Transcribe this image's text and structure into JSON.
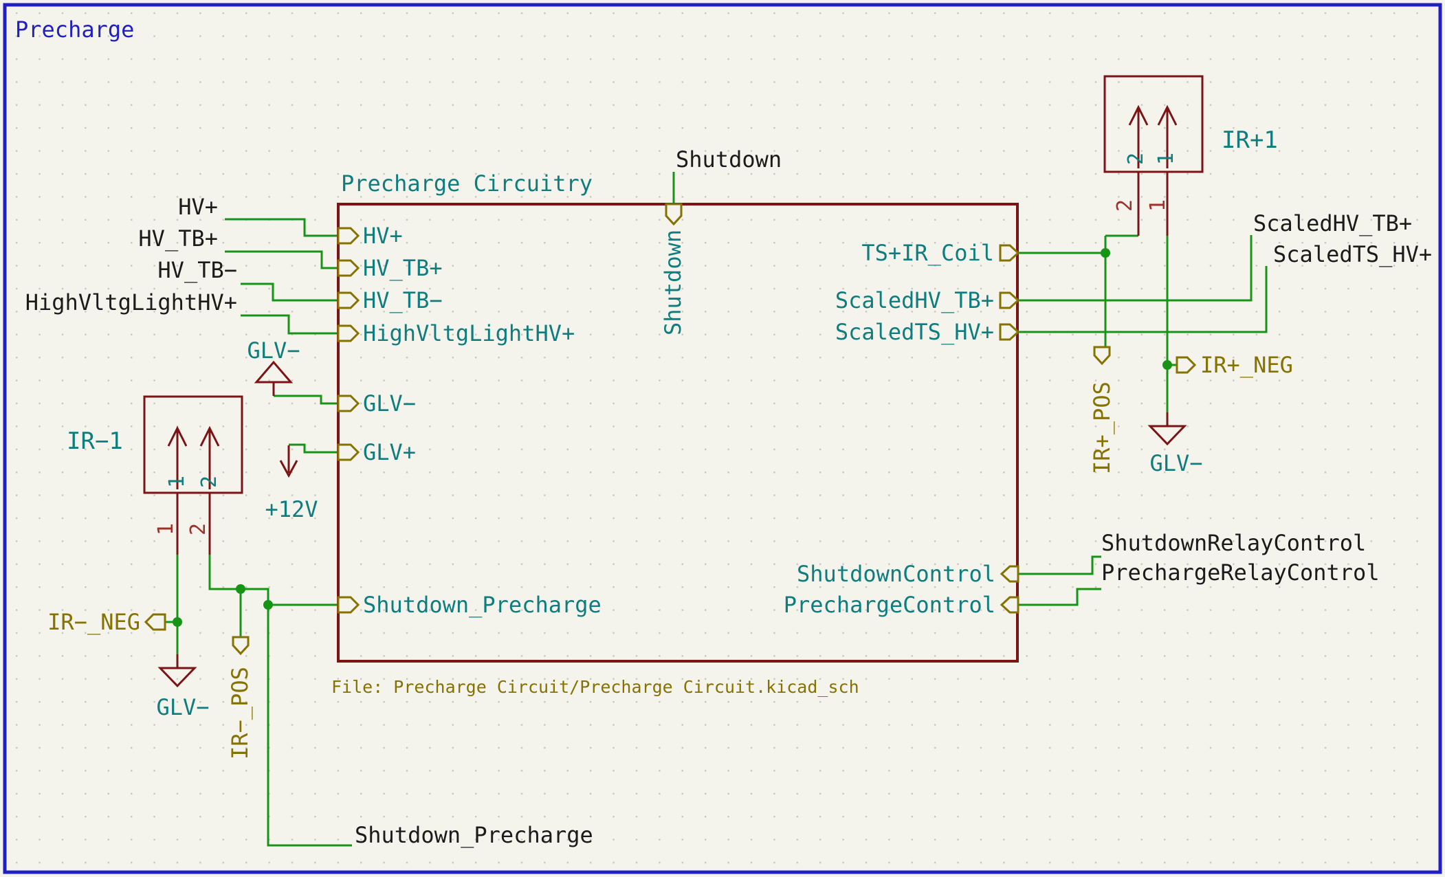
{
  "title": "Precharge",
  "colors": {
    "background": "#f4f3ec",
    "frame_blue": "#2020c4",
    "wire_green": "#169416",
    "symbol_maroon": "#7c1416",
    "pin_gold": "#857200",
    "label_teal": "#0f7d7e",
    "net_black": "#1b1b1b"
  },
  "sheet": {
    "name": "Precharge Circuitry",
    "file": "File: Precharge Circuit/Precharge Circuit.kicad_sch",
    "pins": {
      "hv": "HV+",
      "hv_tb_p": "HV_TB+",
      "hv_tb_m": "HV_TB−",
      "hvlight": "HighVltgLightHV+",
      "glv_m": "GLV−",
      "glv_p": "GLV+",
      "shutdown_precharge": "Shutdown_Precharge",
      "shutdown": "Shutdown",
      "ts_ir_coil": "TS+IR_Coil",
      "scaled_hv_tb": "ScaledHV_TB+",
      "scaled_ts_hv": "ScaledTS_HV+",
      "shutdown_control": "ShutdownControl",
      "precharge_control": "PrechargeControl"
    }
  },
  "nets": {
    "hv": "HV+",
    "hv_tb_p": "HV_TB+",
    "hv_tb_m": "HV_TB−",
    "hvlight": "HighVltgLightHV+",
    "shutdown": "Shutdown",
    "scaled_hv_tb": "ScaledHV_TB+",
    "scaled_ts_hv": "ScaledTS_HV+",
    "shutdown_relay": "ShutdownRelayControl",
    "precharge_relay": "PrechargeRelayControl",
    "shutdown_precharge": "Shutdown_Precharge"
  },
  "power": {
    "glv_minus": "GLV−",
    "p12v": "+12V"
  },
  "hier": {
    "ir_m_neg": "IR−_NEG",
    "ir_m_pos": "IR−_POS",
    "ir_p_neg": "IR+_NEG",
    "ir_p_pos": "IR+_POS"
  },
  "components": {
    "ir_minus": {
      "ref": "IR−1",
      "pin1": "1",
      "pin2": "2"
    },
    "ir_plus": {
      "ref": "IR+1",
      "pin1": "1",
      "pin2": "2"
    }
  }
}
